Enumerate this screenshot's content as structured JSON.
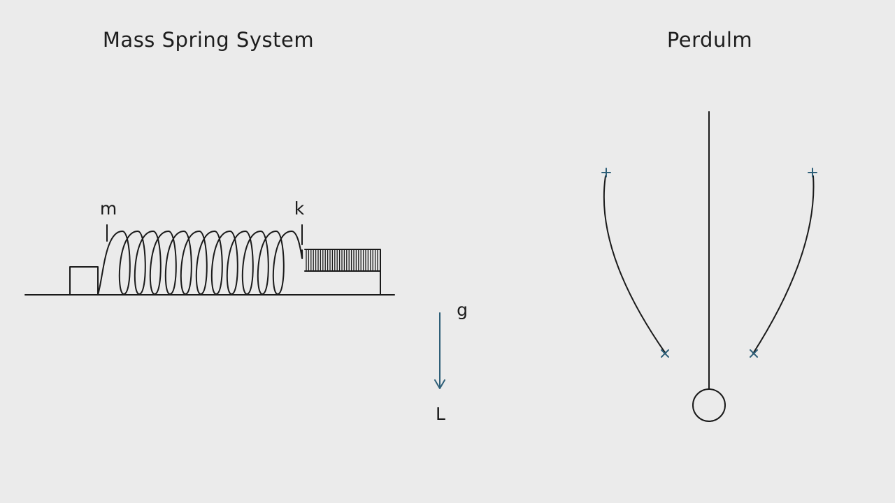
{
  "diagram": {
    "mass_spring": {
      "title": "Mass Spring System",
      "mass_label": "m",
      "spring_label": "k"
    },
    "gravity": {
      "g_label": "g",
      "length_label": "L"
    },
    "pendulum": {
      "title": "Perdulm"
    }
  },
  "colors": {
    "background": "#ebebeb",
    "ink": "#1a1a1a",
    "accent": "#2e5f78"
  },
  "icons": {
    "gravity_arrow": "arrow-down-icon",
    "swing_markers": "plus-marker-icon"
  }
}
